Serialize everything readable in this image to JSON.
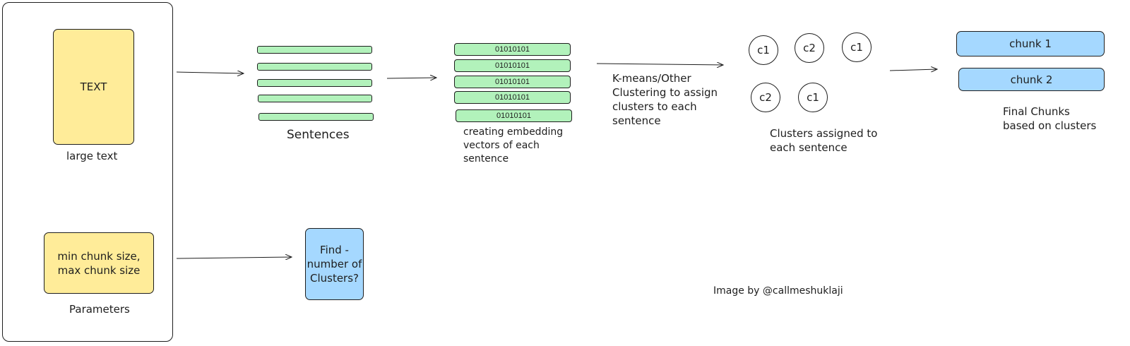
{
  "input": {
    "text_box_label": "TEXT",
    "text_caption": "large text",
    "params_box_label": "min chunk size,\nmax chunk size",
    "params_caption": "Parameters"
  },
  "find_clusters": {
    "label": "Find -\nnumber of\nClusters?"
  },
  "sentences": {
    "caption": "Sentences"
  },
  "embeddings": {
    "vectors": [
      "01010101",
      "01010101",
      "01010101",
      "01010101",
      "01010101"
    ],
    "caption": "creating embedding\nvectors of each\nsentence"
  },
  "clustering": {
    "caption": "K-means/Other\nClustering to assign\nclusters to each\nsentence"
  },
  "clusters": {
    "nodes": [
      "c1",
      "c2",
      "c1",
      "c2",
      "c1"
    ],
    "caption": "Clusters assigned to\neach sentence"
  },
  "chunks": {
    "items": [
      "chunk 1",
      "chunk 2"
    ],
    "caption": "Final Chunks\nbased on clusters"
  },
  "credit": "Image by @callmeshuklaji",
  "colors": {
    "yellow": "#ffec99",
    "blue": "#a5d8ff",
    "green": "#b2f2bb",
    "stroke": "#1e1e1e"
  }
}
